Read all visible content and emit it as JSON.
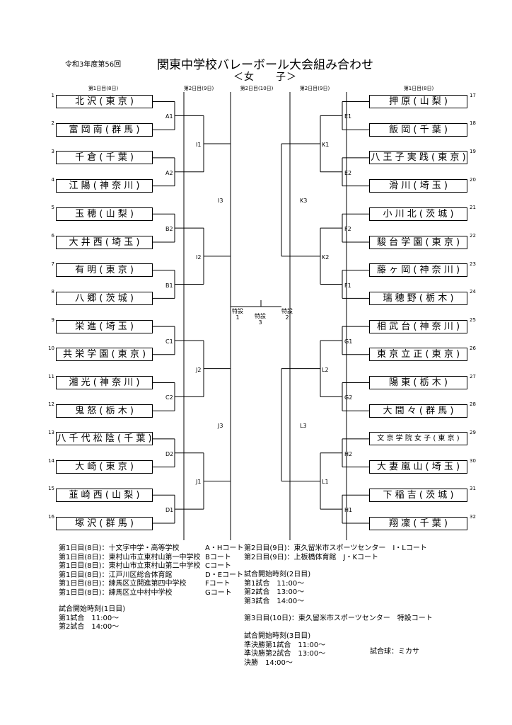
{
  "header": {
    "era": "令和3年度第56回",
    "title": "関東中学校バレーボール大会組み合わせ",
    "subtitle": "＜女　　子＞"
  },
  "day_headers": {
    "left_day1": "第1日目(8日)",
    "left_day2": "第2日目(9日)",
    "center_day2": "第2日目(10日)",
    "right_day2": "第2日目(9日)",
    "right_day1": "第1日目(8日)"
  },
  "teams_left": [
    {
      "num": "1",
      "name": "北 沢 ( 東 京 )"
    },
    {
      "num": "2",
      "name": "富 岡 南 ( 群 馬 )"
    },
    {
      "num": "3",
      "name": "千 倉 ( 千 葉 )"
    },
    {
      "num": "4",
      "name": "江 陽 ( 神 奈 川 )"
    },
    {
      "num": "5",
      "name": "玉 穂 ( 山 梨 )"
    },
    {
      "num": "6",
      "name": "大 井 西 ( 埼 玉 )"
    },
    {
      "num": "7",
      "name": "有 明 ( 東 京 )"
    },
    {
      "num": "8",
      "name": "八 郷 ( 茨 城 )"
    },
    {
      "num": "9",
      "name": "栄 進 ( 埼 玉 )"
    },
    {
      "num": "10",
      "name": "共 栄 学 園 ( 東 京 )"
    },
    {
      "num": "11",
      "name": "湘 光 ( 神 奈 川 )"
    },
    {
      "num": "12",
      "name": "鬼 怒 ( 栃 木 )"
    },
    {
      "num": "13",
      "name": "八 千 代 松 陰 ( 千 葉 )"
    },
    {
      "num": "14",
      "name": "大 崎 ( 東 京 )"
    },
    {
      "num": "15",
      "name": "韮 崎 西 ( 山 梨 )"
    },
    {
      "num": "16",
      "name": "塚 沢 ( 群 馬 )"
    }
  ],
  "teams_right": [
    {
      "num": "17",
      "name": "押 原 ( 山 梨 )"
    },
    {
      "num": "18",
      "name": "飯 岡 ( 千 葉 )"
    },
    {
      "num": "19",
      "name": "八 王 子 実 践 ( 東 京 )"
    },
    {
      "num": "20",
      "name": "滑 川 ( 埼 玉 )"
    },
    {
      "num": "21",
      "name": "小 川 北 ( 茨 城 )"
    },
    {
      "num": "22",
      "name": "駿 台 学 園 ( 東 京 )"
    },
    {
      "num": "23",
      "name": "藤 ヶ 岡 ( 神 奈 川 )"
    },
    {
      "num": "24",
      "name": "瑞 穂 野 ( 栃 木 )"
    },
    {
      "num": "25",
      "name": "相 武 台 ( 神 奈 川 )"
    },
    {
      "num": "26",
      "name": "東 京 立 正 ( 東 京 )"
    },
    {
      "num": "27",
      "name": "陽 東 ( 栃 木 )"
    },
    {
      "num": "28",
      "name": "大 間 々 ( 群 馬 )"
    },
    {
      "num": "29",
      "name": "文 京 学 院 女 子 ( 東 京 )"
    },
    {
      "num": "30",
      "name": "大 妻 嵐 山 ( 埼 玉 )"
    },
    {
      "num": "31",
      "name": "下 稲 吉 ( 茨 城 )"
    },
    {
      "num": "32",
      "name": "翔 凜 ( 千 葉 )"
    }
  ],
  "match_labels": {
    "left_r1": [
      "A1",
      "A2",
      "B2",
      "B1",
      "C1",
      "C2",
      "D2",
      "D1"
    ],
    "left_r2": [
      "I1",
      "I2",
      "J2",
      "J1"
    ],
    "left_r3": [
      "I3",
      "J3"
    ],
    "right_r1": [
      "E1",
      "E2",
      "F2",
      "F1",
      "G1",
      "G2",
      "H2",
      "H1"
    ],
    "right_r2": [
      "K1",
      "K2",
      "L2",
      "L1"
    ],
    "right_r3": [
      "K3",
      "L3"
    ],
    "semi_left": "特設\n1",
    "final": "特設\n3",
    "semi_right": "特設\n2"
  },
  "venues_left": [
    "第1日目(8日)：十文字中学・高等学校",
    "第1日目(8日)：東村山市立東村山第一中学校",
    "第1日目(8日)：東村山市立東村山第二中学校",
    "第1日目(8日)：江戸川区総合体育館",
    "第1日目(8日)：練馬区立開進第四中学校",
    "第1日目(8日)：練馬区立中村中学校"
  ],
  "venue_courts": [
    "A・Hコート",
    "Bコート",
    "Cコート",
    "D・Eコート",
    "Fコート",
    "Gコート"
  ],
  "day1_times": [
    "試合開始時刻(1日目)",
    "第1試合　11:00～",
    "第2試合　14:00～"
  ],
  "venues_right": [
    {
      "text": "第2日目(9日)：東久留米市スポーツセンター",
      "court": "I・Lコート"
    },
    {
      "text": "第2日目(9日)：上板橋体育館",
      "court": "J・Kコート"
    }
  ],
  "day2_times": [
    "試合開始時刻(2日目)",
    "第1試合　11:00～",
    "第2試合　13:00～",
    "第3試合　14:00～"
  ],
  "day3_venue": "第3日目(10日)：東久留米市スポーツセンター　特設コート",
  "day3_times": [
    "試合開始時刻(3日目)",
    "準決勝第1試合　11:00～",
    "準決勝第2試合　13:00～",
    "決勝　14:00～"
  ],
  "match_ball": "試合球：ミカサ"
}
